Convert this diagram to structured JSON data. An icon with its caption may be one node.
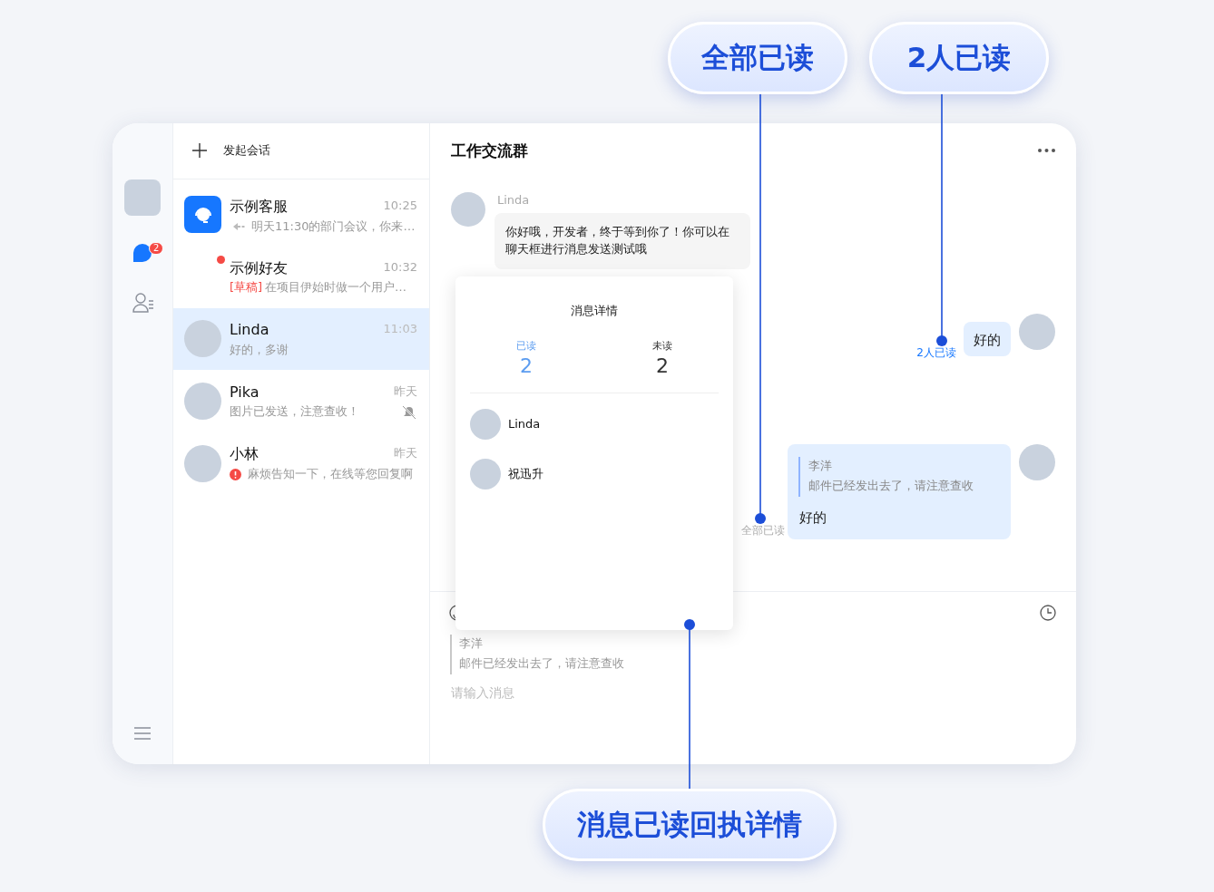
{
  "diagram": {
    "nodes": [
      {
        "text": [
          "全部已读"
        ]
      },
      {
        "text": [
          "2人已读"
        ]
      },
      {
        "text": [
          "消息已读回执详情"
        ]
      },
      {
        "text": [
          "全部已读"
        ]
      },
      {
        "text": [
          "2人已读"
        ]
      },
      {
        "text": [
          "消息详情",
          "已读",
          "2",
          "未读",
          "2",
          "Linda",
          "祝迅升"
        ]
      },
      {
        "text": [
          "你好哦，开发者，终于等到你了！你可以在聊天框进行消息发送测试哦"
        ]
      },
      {
        "text": [
          "好的"
        ]
      },
      {
        "text": [
          "李洋",
          "邮件已经发出去了，请注意查收",
          "好的"
        ]
      }
    ],
    "edges": [
      {
        "from": 0,
        "to": 3,
        "arrow": "other"
      },
      {
        "from": 1,
        "to": 4,
        "arrow": "other"
      },
      {
        "from": 2,
        "to": 5,
        "arrow": "other"
      }
    ],
    "labels": [
      "发起会话",
      "示例客服",
      "10:25",
      "明天11:30的部门会议，你来…",
      "示例好友",
      "10:32",
      "[草稿]",
      "在项目伊始时做一个用户…",
      "Linda",
      "11:03",
      "好的，多谢",
      "Pika",
      "昨天",
      "图片已发送，注意查收！",
      "小林",
      "昨天",
      "麻烦告知一下，在线等您回复啊",
      "2",
      "工作交流群",
      "Linda",
      "李洋",
      "邮件已经发出去了，请注意查收",
      "请输入消息"
    ]
  }
}
